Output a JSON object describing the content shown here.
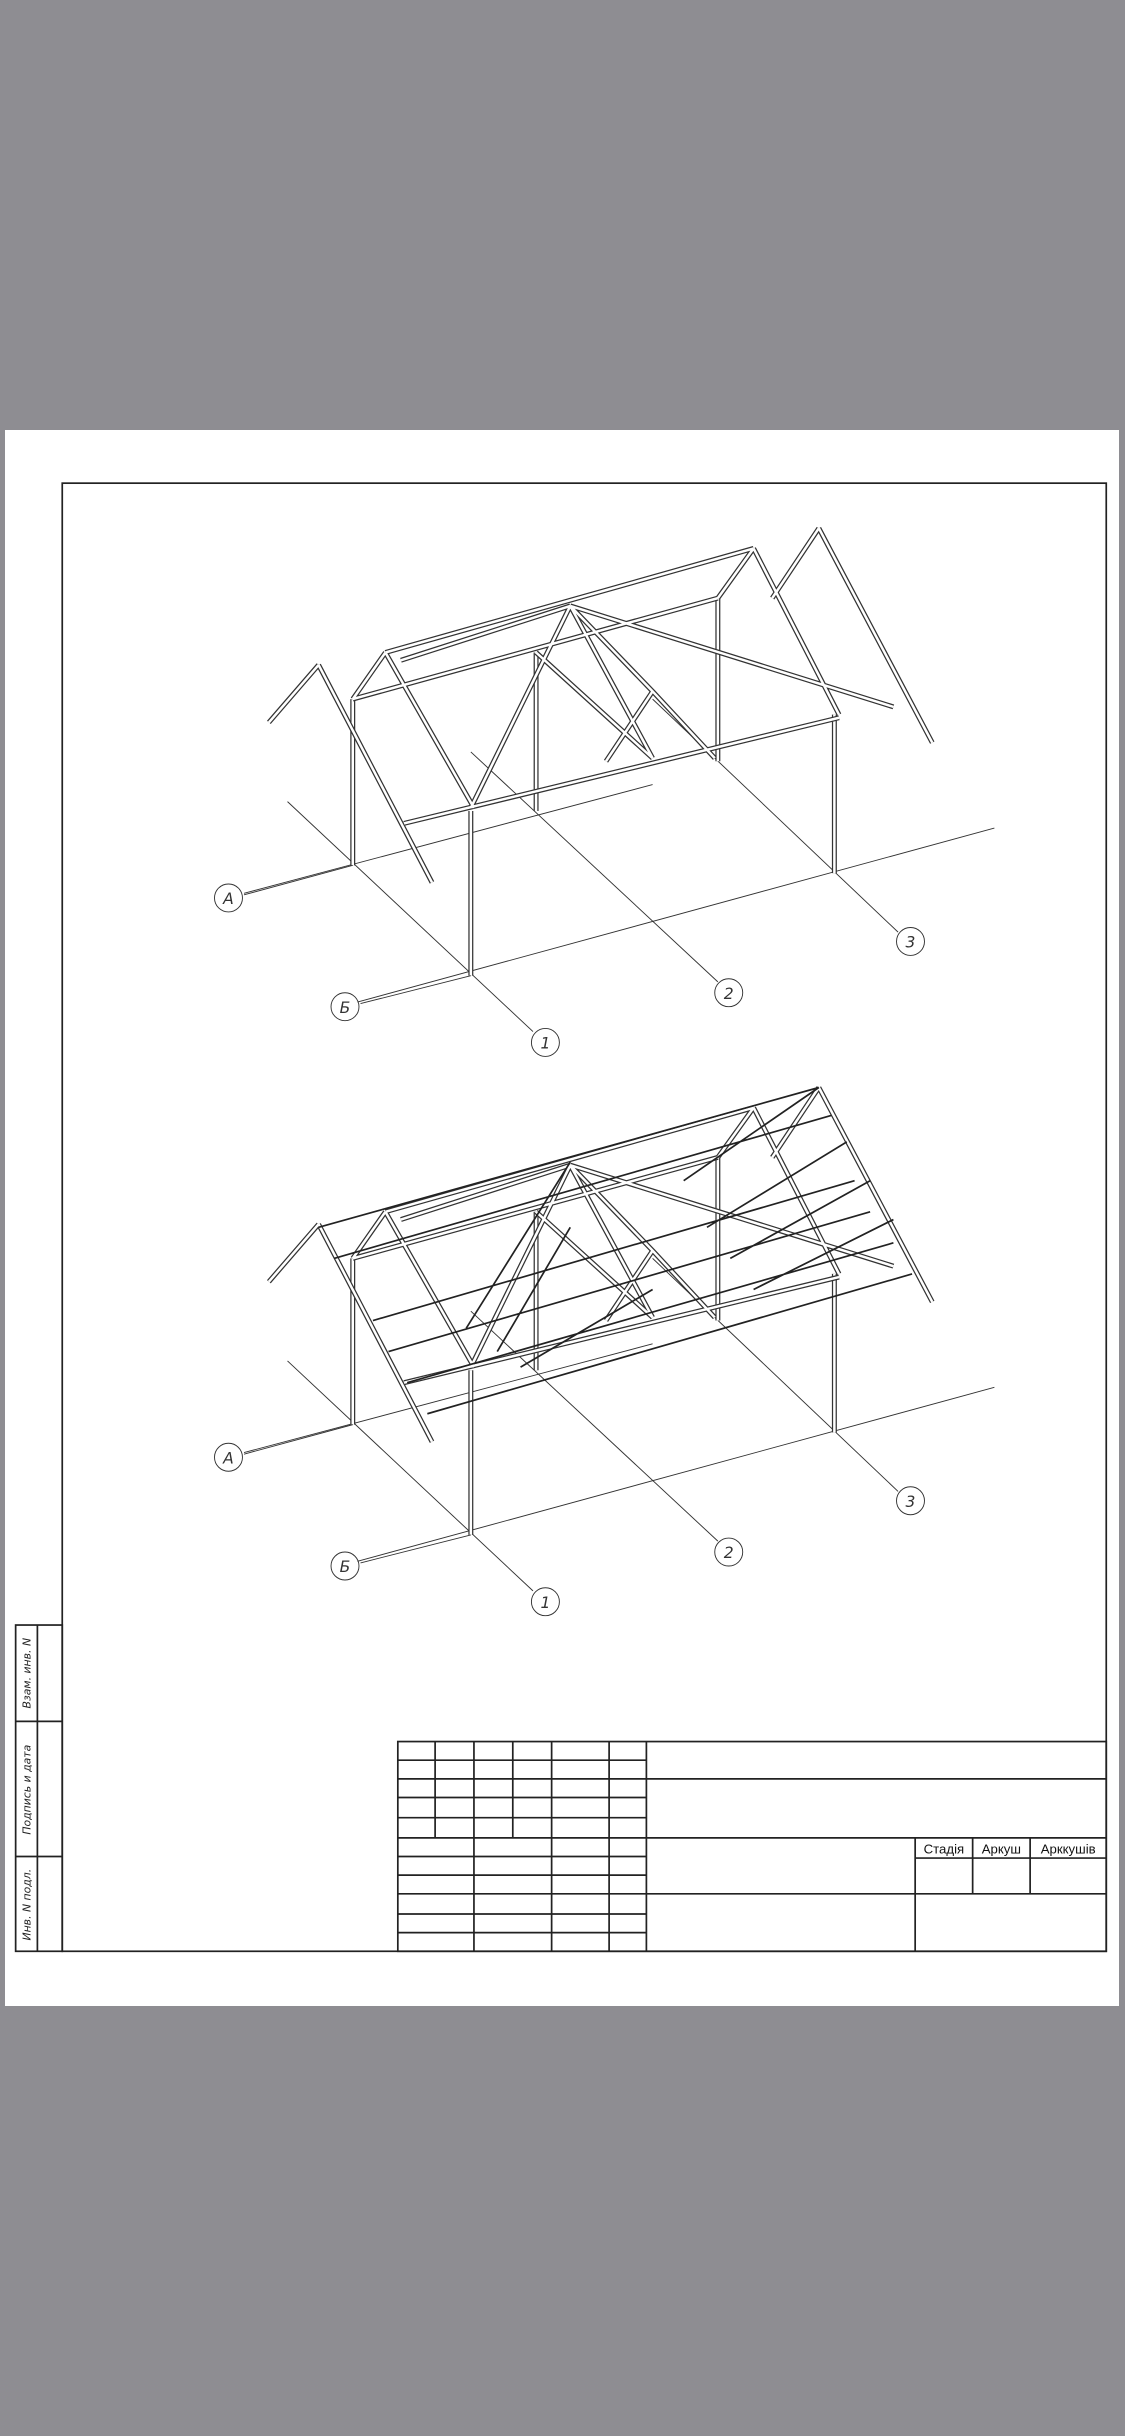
{
  "drawing_top": {
    "callouts": {
      "axis_a": "А",
      "axis_b": "Б",
      "axis_1": "1",
      "axis_2": "2",
      "axis_3": "3"
    }
  },
  "drawing_bottom": {
    "callouts": {
      "axis_a": "А",
      "axis_b": "Б",
      "axis_1": "1",
      "axis_2": "2",
      "axis_3": "3"
    }
  },
  "side_stamp": {
    "field_1": "Взам. инв. N",
    "field_2": "Подпись и дата",
    "field_3": "Инв. N подл."
  },
  "title_block": {
    "stage": "Стадія",
    "sheet": "Аркуш",
    "sheets": "Арккушів"
  }
}
